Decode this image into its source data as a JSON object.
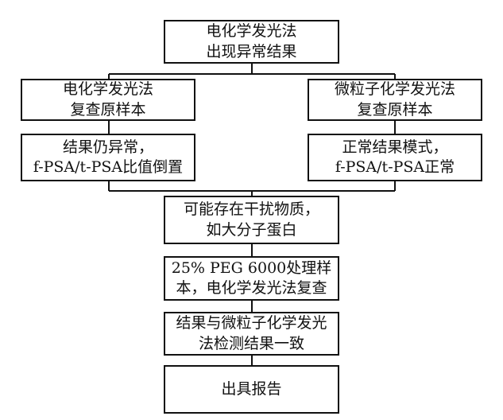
{
  "flowchart": {
    "nodes": [
      {
        "id": "start",
        "lines": [
          "电化学发光法",
          "出现异常结果"
        ]
      },
      {
        "id": "ecl_recheck",
        "lines": [
          "电化学发光法",
          "复查原样本"
        ]
      },
      {
        "id": "cmia_recheck",
        "lines": [
          "微粒子化学发光法",
          "复查原样本"
        ]
      },
      {
        "id": "ecl_result",
        "lines": [
          "结果仍异常，",
          "f-PSA/t-PSA比值倒置"
        ]
      },
      {
        "id": "cmia_result",
        "lines": [
          "正常结果模式，",
          "f-PSA/t-PSA正常"
        ]
      },
      {
        "id": "interference",
        "lines": [
          "可能存在干扰物质，",
          "如大分子蛋白"
        ]
      },
      {
        "id": "peg_treatment",
        "lines": [
          "25% PEG 6000处理样",
          "本，电化学发光法复查"
        ]
      },
      {
        "id": "consistent",
        "lines": [
          "结果与微粒子化学发光",
          "法检测结果一致"
        ]
      },
      {
        "id": "report",
        "lines": [
          "出具报告"
        ]
      }
    ]
  }
}
